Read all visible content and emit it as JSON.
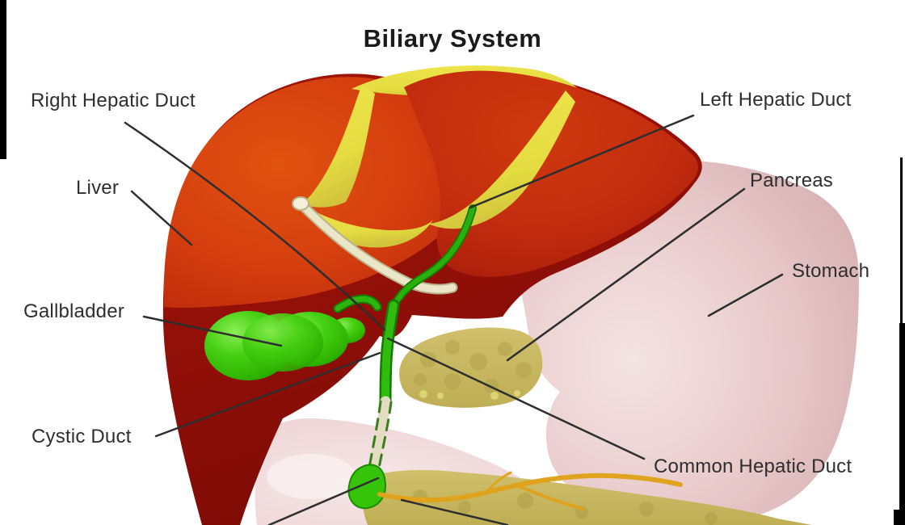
{
  "title": "Biliary System",
  "labels": {
    "right_hepatic_duct": "Right Hepatic Duct",
    "liver": "Liver",
    "gallbladder": "Gallbladder",
    "cystic_duct": "Cystic Duct",
    "left_hepatic_duct": "Left Hepatic Duct",
    "pancreas": "Pancreas",
    "stomach": "Stomach",
    "common_hepatic_duct": "Common Hepatic Duct"
  },
  "colors": {
    "background": "#ffffff",
    "liver_bright_red": "#d6400f",
    "liver_mid_red": "#c22c0e",
    "liver_dark_maroon": "#8f0f08",
    "falciform_yellow": "#e8e149",
    "hepatic_duct_cream": "#ece6c8",
    "bile_duct_green": "#2ab00c",
    "gallbladder_green": "#46d012",
    "stomach_pink": "#e9cbcc",
    "duodenum_pink": "#f0d9d9",
    "pancreas_olive": "#c9b962",
    "pancreatic_duct_orange": "#dfa31d",
    "leader_line": "#2e2e2e",
    "label_text": "#2e2e2e",
    "edge_bar": "#000000"
  }
}
